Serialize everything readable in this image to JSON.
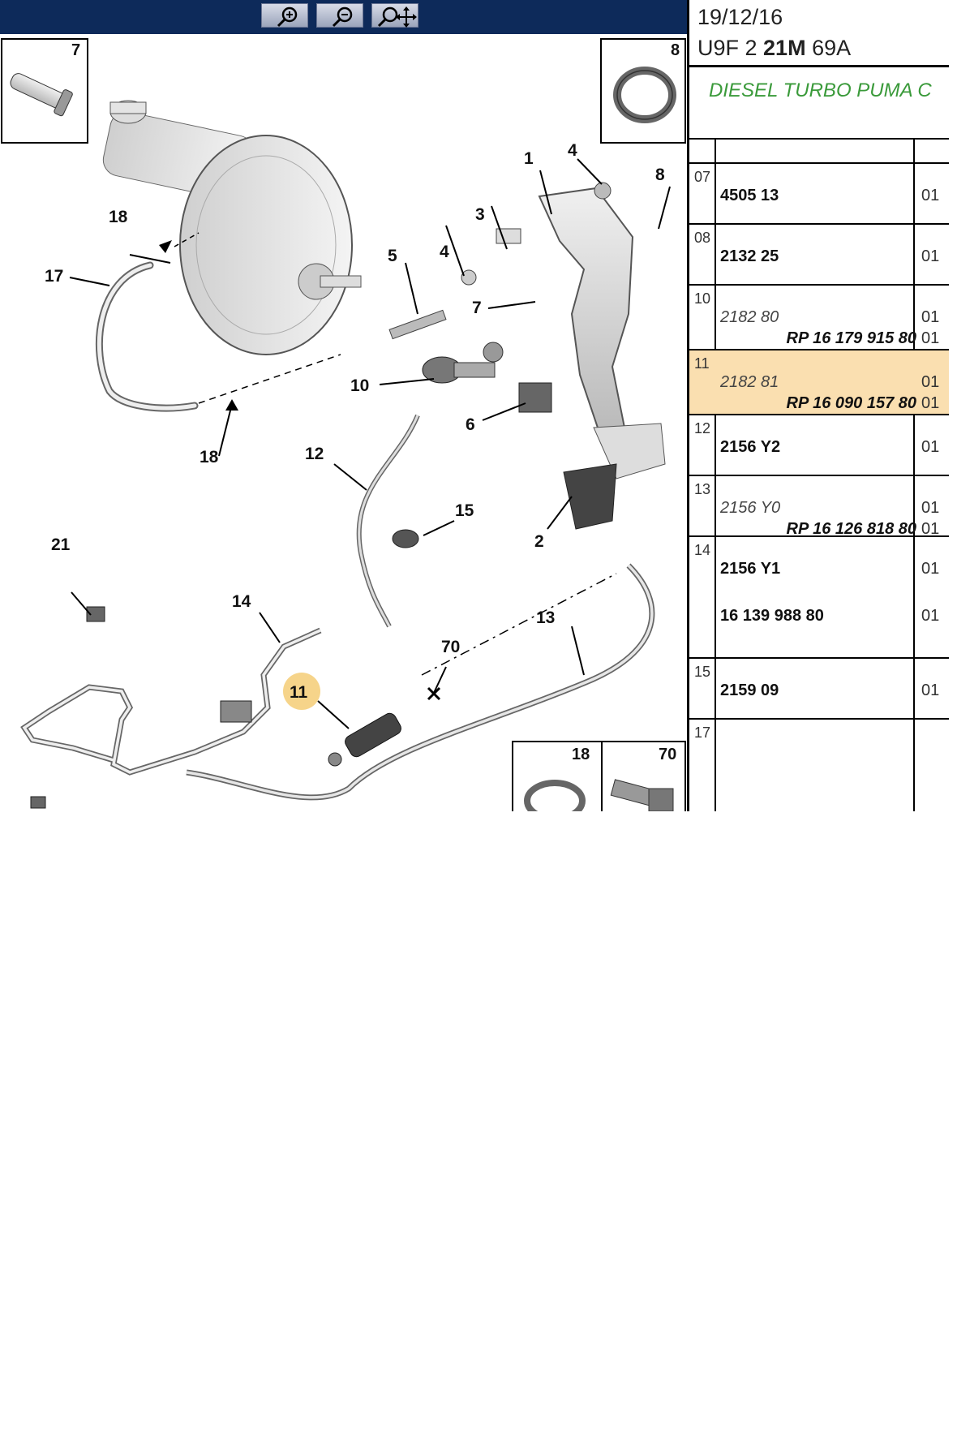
{
  "toolbar": {
    "zoom_in_icon": "zoom-in-icon",
    "zoom_out_icon": "zoom-out-icon",
    "pan_icon": "zoom-pan-icon"
  },
  "header": {
    "date": "19/12/16",
    "code_prefix": "U9F 2 ",
    "code_bold": "21M",
    "code_suffix": " 69A",
    "engine": "DIESEL TURBO PUMA C"
  },
  "diagram": {
    "inset_boxes": [
      "7",
      "8",
      "18",
      "70"
    ],
    "callouts": [
      "1",
      "2",
      "3",
      "4",
      "4",
      "5",
      "6",
      "7",
      "8",
      "10",
      "11",
      "12",
      "13",
      "14",
      "15",
      "17",
      "18",
      "18",
      "21",
      "70"
    ]
  },
  "parts": [
    {
      "num": "07",
      "ref": "4505 13",
      "qty": "01",
      "rp": "",
      "rp_qty": "",
      "italic": false,
      "selected": false
    },
    {
      "num": "08",
      "ref": "2132 25",
      "qty": "01",
      "rp": "",
      "rp_qty": "",
      "italic": false,
      "selected": false
    },
    {
      "num": "10",
      "ref": "2182 80",
      "qty": "01",
      "rp": "RP 16 179 915 80",
      "rp_qty": "01",
      "italic": true,
      "selected": false
    },
    {
      "num": "11",
      "ref": "2182 81",
      "qty": "01",
      "rp": "RP 16 090 157 80",
      "rp_qty": "01",
      "italic": true,
      "selected": true
    },
    {
      "num": "12",
      "ref": "2156 Y2",
      "qty": "01",
      "rp": "",
      "rp_qty": "",
      "italic": false,
      "selected": false
    },
    {
      "num": "13",
      "ref": "2156 Y0",
      "qty": "01",
      "rp": "RP 16 126 818 80",
      "rp_qty": "01",
      "italic": true,
      "selected": false
    },
    {
      "num": "14",
      "ref": "2156 Y1",
      "qty": "01",
      "ref2": "16 139 988 80",
      "qty2": "01",
      "rp": "",
      "rp_qty": "",
      "italic": false,
      "selected": false
    },
    {
      "num": "15",
      "ref": "2159 09",
      "qty": "01",
      "rp": "",
      "rp_qty": "",
      "italic": false,
      "selected": false
    },
    {
      "num": "17",
      "ref": "",
      "qty": "",
      "rp": "",
      "rp_qty": "",
      "italic": false,
      "selected": false
    }
  ],
  "colors": {
    "toolbar": "#0d2a5a",
    "selected_row": "#fadfb0",
    "engine_text": "#3a9a3a",
    "highlight_callout": "#f6d48a"
  }
}
